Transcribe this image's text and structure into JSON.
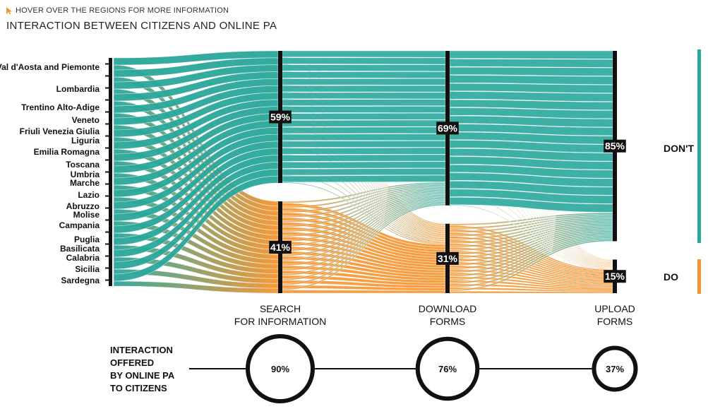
{
  "header": {
    "hint": "HOVER OVER THE REGIONS FOR MORE INFORMATION",
    "title": "INTERACTION BETWEEN CITIZENS AND ONLINE PA"
  },
  "colors": {
    "dont": "#2aa79b",
    "do": "#f7942d",
    "bar": "#111111",
    "accent": "#f7942d"
  },
  "chart_data": {
    "type": "sankey",
    "regions": [
      "Val d'Aosta and Piemonte",
      "Lombardia",
      "Trentino Alto-Adige",
      "Veneto",
      "Friuli Venezia Giulia",
      "Liguria",
      "Emilia Romagna",
      "Toscana",
      "Umbria",
      "Marche",
      "Lazio",
      "Abruzzo",
      "Molise",
      "Campania",
      "Puglia",
      "Basilicata",
      "Calabria",
      "Sicilia",
      "Sardegna"
    ],
    "stages": [
      {
        "label": [
          "SEARCH",
          "FOR INFORMATION"
        ],
        "dont_pct": 59,
        "do_pct": 41
      },
      {
        "label": [
          "DOWNLOAD",
          "FORMS"
        ],
        "dont_pct": 69,
        "do_pct": 31
      },
      {
        "label": [
          "UPLOAD",
          "FORMS"
        ],
        "dont_pct": 85,
        "do_pct": 15
      }
    ],
    "categories": [
      "DON'T",
      "DO"
    ],
    "offered": {
      "label": [
        "INTERACTION",
        "OFFERED",
        "BY ONLINE PA",
        "TO CITIZENS"
      ],
      "values": [
        90,
        76,
        37
      ]
    }
  }
}
